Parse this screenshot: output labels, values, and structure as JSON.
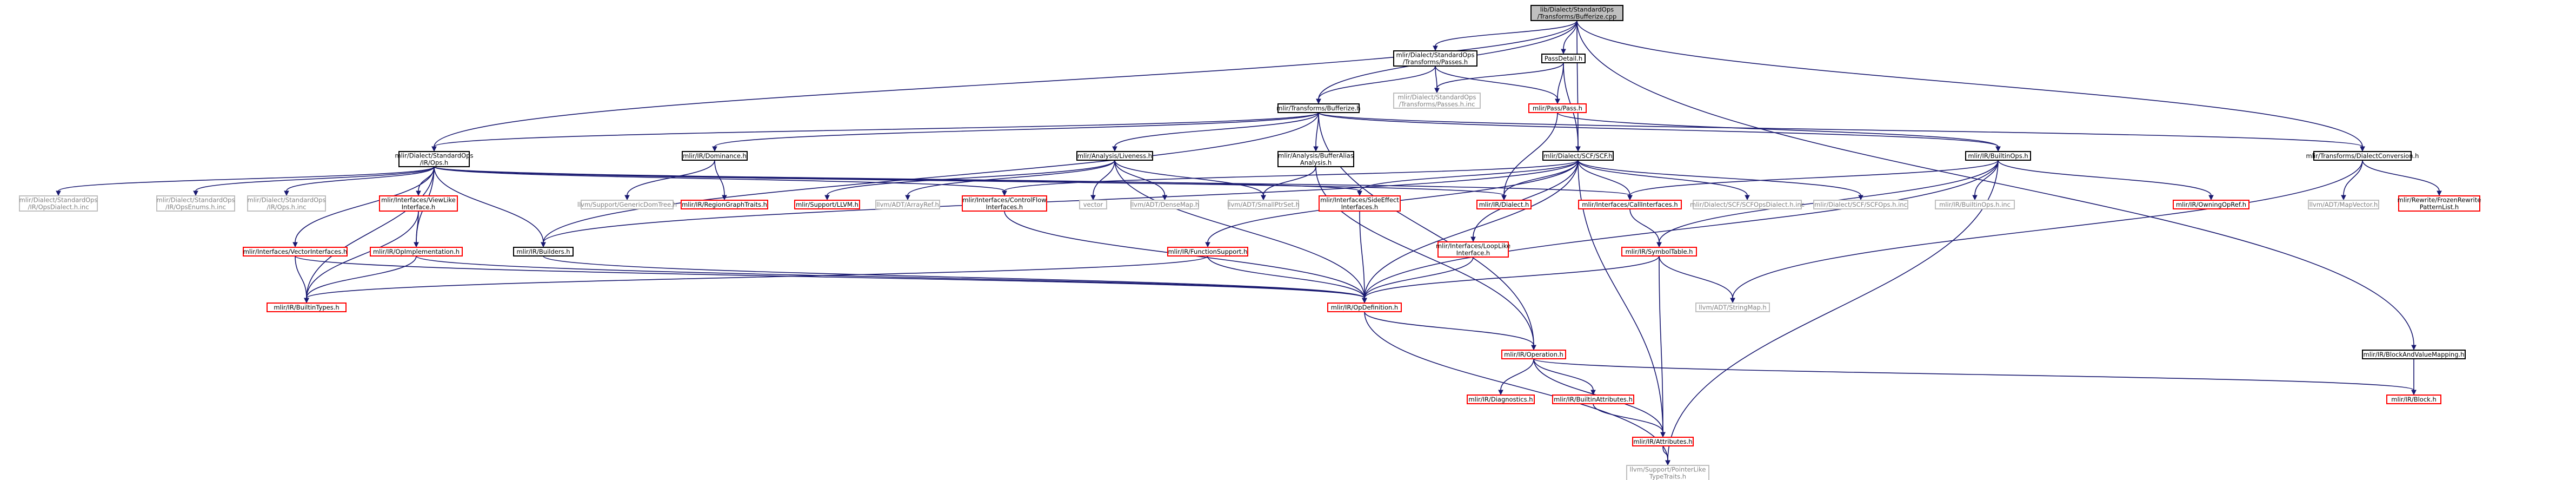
{
  "colors": {
    "edge": "#191970",
    "root_fill": "#bfbfbf",
    "root_border": "#000000",
    "documented_border": "#000000",
    "external_border": "#ff0000",
    "system_border": "#bfbfbf",
    "text": "#000000",
    "system_text": "#808080"
  },
  "nodes": [
    {
      "id": "root",
      "lines": [
        "lib/Dialect/StandardOps",
        "/Transforms/Bufferize.cpp"
      ],
      "kind": "root"
    },
    {
      "id": "stdpasses",
      "lines": [
        "mlir/Dialect/StandardOps",
        "/Transforms/Passes.h"
      ],
      "kind": "doc"
    },
    {
      "id": "passdetail",
      "lines": [
        "PassDetail.h"
      ],
      "kind": "doc"
    },
    {
      "id": "stdpassesinc",
      "lines": [
        "mlir/Dialect/StandardOps",
        "/Transforms/Passes.h.inc"
      ],
      "kind": "sys"
    },
    {
      "id": "passpass",
      "lines": [
        "mlir/Pass/Pass.h"
      ],
      "kind": "ext"
    },
    {
      "id": "bufferize",
      "lines": [
        "mlir/Transforms/Bufferize.h"
      ],
      "kind": "doc"
    },
    {
      "id": "scf",
      "lines": [
        "mlir/Dialect/SCF/SCF.h"
      ],
      "kind": "doc"
    },
    {
      "id": "builtinops",
      "lines": [
        "mlir/IR/BuiltinOps.h"
      ],
      "kind": "doc"
    },
    {
      "id": "dialectconv",
      "lines": [
        "mlir/Transforms/DialectConversion.h"
      ],
      "kind": "doc"
    },
    {
      "id": "stdops",
      "lines": [
        "mlir/Dialect/StandardOps",
        "/IR/Ops.h"
      ],
      "kind": "doc"
    },
    {
      "id": "dominance",
      "lines": [
        "mlir/IR/Dominance.h"
      ],
      "kind": "doc"
    },
    {
      "id": "liveness",
      "lines": [
        "mlir/Analysis/Liveness.h"
      ],
      "kind": "doc"
    },
    {
      "id": "bufferalias",
      "lines": [
        "mlir/Analysis/BufferAlias",
        "Analysis.h"
      ],
      "kind": "doc"
    },
    {
      "id": "opsdialectinc",
      "lines": [
        "mlir/Dialect/StandardOps",
        "/IR/OpsDialect.h.inc"
      ],
      "kind": "sys"
    },
    {
      "id": "opsenumsinc",
      "lines": [
        "mlir/Dialect/StandardOps",
        "/IR/OpsEnums.h.inc"
      ],
      "kind": "sys"
    },
    {
      "id": "opshinc",
      "lines": [
        "mlir/Dialect/StandardOps",
        "/IR/Ops.h.inc"
      ],
      "kind": "sys"
    },
    {
      "id": "viewlike",
      "lines": [
        "mlir/Interfaces/ViewLike",
        "Interface.h"
      ],
      "kind": "ext"
    },
    {
      "id": "gendomtree",
      "lines": [
        "llvm/Support/GenericDomTree.h"
      ],
      "kind": "sys"
    },
    {
      "id": "regiongraph",
      "lines": [
        "mlir/IR/RegionGraphTraits.h"
      ],
      "kind": "ext"
    },
    {
      "id": "supportllvm",
      "lines": [
        "mlir/Support/LLVM.h"
      ],
      "kind": "ext"
    },
    {
      "id": "arrayref",
      "lines": [
        "llvm/ADT/ArrayRef.h"
      ],
      "kind": "sys"
    },
    {
      "id": "controlflow",
      "lines": [
        "mlir/Interfaces/ControlFlow",
        "Interfaces.h"
      ],
      "kind": "ext"
    },
    {
      "id": "vector",
      "lines": [
        "vector"
      ],
      "kind": "sys"
    },
    {
      "id": "densemap",
      "lines": [
        "llvm/ADT/DenseMap.h"
      ],
      "kind": "sys"
    },
    {
      "id": "smallptrset",
      "lines": [
        "llvm/ADT/SmallPtrSet.h"
      ],
      "kind": "sys"
    },
    {
      "id": "sideeffect",
      "lines": [
        "mlir/Interfaces/SideEffect",
        "Interfaces.h"
      ],
      "kind": "ext"
    },
    {
      "id": "irdialect",
      "lines": [
        "mlir/IR/Dialect.h"
      ],
      "kind": "ext"
    },
    {
      "id": "callinterfaces",
      "lines": [
        "mlir/Interfaces/CallInterfaces.h"
      ],
      "kind": "ext"
    },
    {
      "id": "scfopsdialectinc",
      "lines": [
        "mlir/Dialect/SCF/SCFOpsDialect.h.inc"
      ],
      "kind": "sys"
    },
    {
      "id": "scfopshinc",
      "lines": [
        "mlir/Dialect/SCF/SCFOps.h.inc"
      ],
      "kind": "sys"
    },
    {
      "id": "builtinopshinc",
      "lines": [
        "mlir/IR/BuiltinOps.h.inc"
      ],
      "kind": "sys"
    },
    {
      "id": "owningopref",
      "lines": [
        "mlir/IR/OwningOpRef.h"
      ],
      "kind": "ext"
    },
    {
      "id": "mapvector",
      "lines": [
        "llvm/ADT/MapVector.h"
      ],
      "kind": "sys"
    },
    {
      "id": "rewritefrozen",
      "lines": [
        "mlir/Rewrite/FrozenRewrite",
        "PatternList.h"
      ],
      "kind": "ext"
    },
    {
      "id": "vectorinterfaces",
      "lines": [
        "mlir/Interfaces/VectorInterfaces.h"
      ],
      "kind": "ext"
    },
    {
      "id": "opimpl",
      "lines": [
        "mlir/IR/OpImplementation.h"
      ],
      "kind": "ext"
    },
    {
      "id": "builders",
      "lines": [
        "mlir/IR/Builders.h"
      ],
      "kind": "doc"
    },
    {
      "id": "funcsupport",
      "lines": [
        "mlir/IR/FunctionSupport.h"
      ],
      "kind": "ext"
    },
    {
      "id": "looplike",
      "lines": [
        "mlir/Interfaces/LoopLike",
        "Interface.h"
      ],
      "kind": "ext"
    },
    {
      "id": "symboltable",
      "lines": [
        "mlir/IR/SymbolTable.h"
      ],
      "kind": "ext"
    },
    {
      "id": "builtintypes",
      "lines": [
        "mlir/IR/BuiltinTypes.h"
      ],
      "kind": "ext"
    },
    {
      "id": "opdefinition",
      "lines": [
        "mlir/IR/OpDefinition.h"
      ],
      "kind": "ext"
    },
    {
      "id": "stringmap",
      "lines": [
        "llvm/ADT/StringMap.h"
      ],
      "kind": "sys"
    },
    {
      "id": "operation",
      "lines": [
        "mlir/IR/Operation.h"
      ],
      "kind": "ext"
    },
    {
      "id": "blockandvalue",
      "lines": [
        "mlir/IR/BlockAndValueMapping.h"
      ],
      "kind": "doc"
    },
    {
      "id": "diagnostics",
      "lines": [
        "mlir/IR/Diagnostics.h"
      ],
      "kind": "ext"
    },
    {
      "id": "builtinattrs",
      "lines": [
        "mlir/IR/BuiltinAttributes.h"
      ],
      "kind": "ext"
    },
    {
      "id": "irblock",
      "lines": [
        "mlir/IR/Block.h"
      ],
      "kind": "ext"
    },
    {
      "id": "attributes",
      "lines": [
        "mlir/IR/Attributes.h"
      ],
      "kind": "ext"
    },
    {
      "id": "pointerlike",
      "lines": [
        "llvm/Support/PointerLike",
        "TypeTraits.h"
      ],
      "kind": "sys"
    }
  ],
  "edges": [
    [
      "root",
      "stdpasses"
    ],
    [
      "root",
      "passdetail"
    ],
    [
      "root",
      "bufferize"
    ],
    [
      "root",
      "stdops"
    ],
    [
      "root",
      "scf"
    ],
    [
      "root",
      "dialectconv"
    ],
    [
      "root",
      "blockandvalue"
    ],
    [
      "stdpasses",
      "stdpassesinc"
    ],
    [
      "stdpasses",
      "passpass"
    ],
    [
      "stdpasses",
      "bufferize"
    ],
    [
      "passdetail",
      "stdpassesinc"
    ],
    [
      "passdetail",
      "passpass"
    ],
    [
      "passdetail",
      "scf"
    ],
    [
      "passpass",
      "irdialect"
    ],
    [
      "passpass",
      "builtinops"
    ],
    [
      "bufferize",
      "stdops"
    ],
    [
      "bufferize",
      "dominance"
    ],
    [
      "bufferize",
      "liveness"
    ],
    [
      "bufferize",
      "bufferalias"
    ],
    [
      "bufferize",
      "builtinops"
    ],
    [
      "bufferize",
      "dialectconv"
    ],
    [
      "bufferize",
      "builders"
    ],
    [
      "bufferize",
      "operation"
    ],
    [
      "stdops",
      "opsdialectinc"
    ],
    [
      "stdops",
      "opsenumsinc"
    ],
    [
      "stdops",
      "opshinc"
    ],
    [
      "stdops",
      "viewlike"
    ],
    [
      "stdops",
      "vectorinterfaces"
    ],
    [
      "stdops",
      "builtintypes"
    ],
    [
      "stdops",
      "builders"
    ],
    [
      "stdops",
      "opimpl"
    ],
    [
      "stdops",
      "controlflow"
    ],
    [
      "stdops",
      "sideeffect"
    ],
    [
      "stdops",
      "callinterfaces"
    ],
    [
      "stdops",
      "irdialect"
    ],
    [
      "dominance",
      "gendomtree"
    ],
    [
      "dominance",
      "regiongraph"
    ],
    [
      "liveness",
      "supportllvm"
    ],
    [
      "liveness",
      "arrayref"
    ],
    [
      "liveness",
      "vector"
    ],
    [
      "liveness",
      "densemap"
    ],
    [
      "liveness",
      "smallptrset"
    ],
    [
      "liveness",
      "opdefinition"
    ],
    [
      "bufferalias",
      "smallptrset"
    ],
    [
      "bufferalias",
      "operation"
    ],
    [
      "scf",
      "builders"
    ],
    [
      "scf",
      "controlflow"
    ],
    [
      "scf",
      "sideeffect"
    ],
    [
      "scf",
      "irdialect"
    ],
    [
      "scf",
      "callinterfaces"
    ],
    [
      "scf",
      "scfopsdialectinc"
    ],
    [
      "scf",
      "scfopshinc"
    ],
    [
      "scf",
      "looplike"
    ],
    [
      "scf",
      "funcsupport"
    ],
    [
      "scf",
      "opdefinition"
    ],
    [
      "scf",
      "attributes"
    ],
    [
      "builtinops",
      "opdefinition"
    ],
    [
      "builtinops",
      "symboltable"
    ],
    [
      "builtinops",
      "builtinopshinc"
    ],
    [
      "builtinops",
      "owningopref"
    ],
    [
      "builtinops",
      "callinterfaces"
    ],
    [
      "builtinops",
      "pointerlike"
    ],
    [
      "dialectconv",
      "mapvector"
    ],
    [
      "dialectconv",
      "rewritefrozen"
    ],
    [
      "dialectconv",
      "stringmap"
    ],
    [
      "viewlike",
      "opimpl"
    ],
    [
      "viewlike",
      "builtintypes"
    ],
    [
      "vectorinterfaces",
      "builtintypes"
    ],
    [
      "vectorinterfaces",
      "opdefinition"
    ],
    [
      "opimpl",
      "builtintypes"
    ],
    [
      "opimpl",
      "opdefinition"
    ],
    [
      "builders",
      "opdefinition"
    ],
    [
      "controlflow",
      "opdefinition"
    ],
    [
      "sideeffect",
      "opdefinition"
    ],
    [
      "callinterfaces",
      "symboltable"
    ],
    [
      "looplike",
      "opdefinition"
    ],
    [
      "funcsupport",
      "opdefinition"
    ],
    [
      "funcsupport",
      "builtintypes"
    ],
    [
      "symboltable",
      "opdefinition"
    ],
    [
      "symboltable",
      "stringmap"
    ],
    [
      "symboltable",
      "attributes"
    ],
    [
      "opdefinition",
      "operation"
    ],
    [
      "opdefinition",
      "pointerlike"
    ],
    [
      "operation",
      "diagnostics"
    ],
    [
      "operation",
      "builtinattrs"
    ],
    [
      "operation",
      "attributes"
    ],
    [
      "operation",
      "irblock"
    ],
    [
      "builtinattrs",
      "attributes"
    ],
    [
      "blockandvalue",
      "irblock"
    ],
    [
      "attributes",
      "pointerlike"
    ]
  ]
}
